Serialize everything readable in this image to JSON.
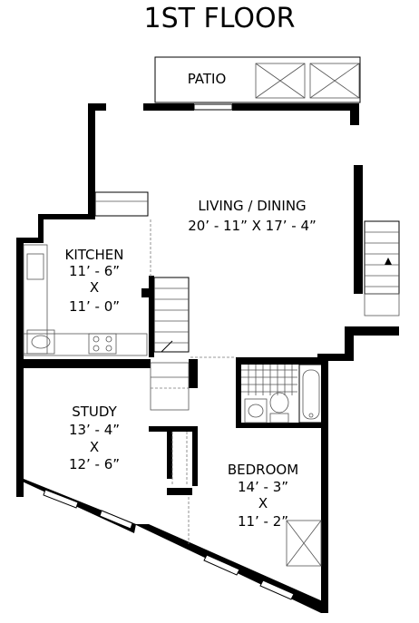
{
  "title": "1ST FLOOR",
  "rooms": [
    {
      "name": "PATIO"
    },
    {
      "name": "LIVING / DINING",
      "dimensions": "20’ - 11” X 17’ - 4”"
    },
    {
      "name": "KITCHEN",
      "dim1": "11’ - 6”",
      "x": "X",
      "dim2": "11’ - 0”"
    },
    {
      "name": "STUDY",
      "dim1": "13’ - 4”",
      "x": "X",
      "dim2": "12’ - 6”"
    },
    {
      "name": "BEDROOM",
      "dim1": "14’ - 3”",
      "x": "X",
      "dim2": "11’ - 2”"
    }
  ],
  "colors": {
    "wall": "#000000",
    "line": "#555555",
    "background": "#ffffff"
  }
}
